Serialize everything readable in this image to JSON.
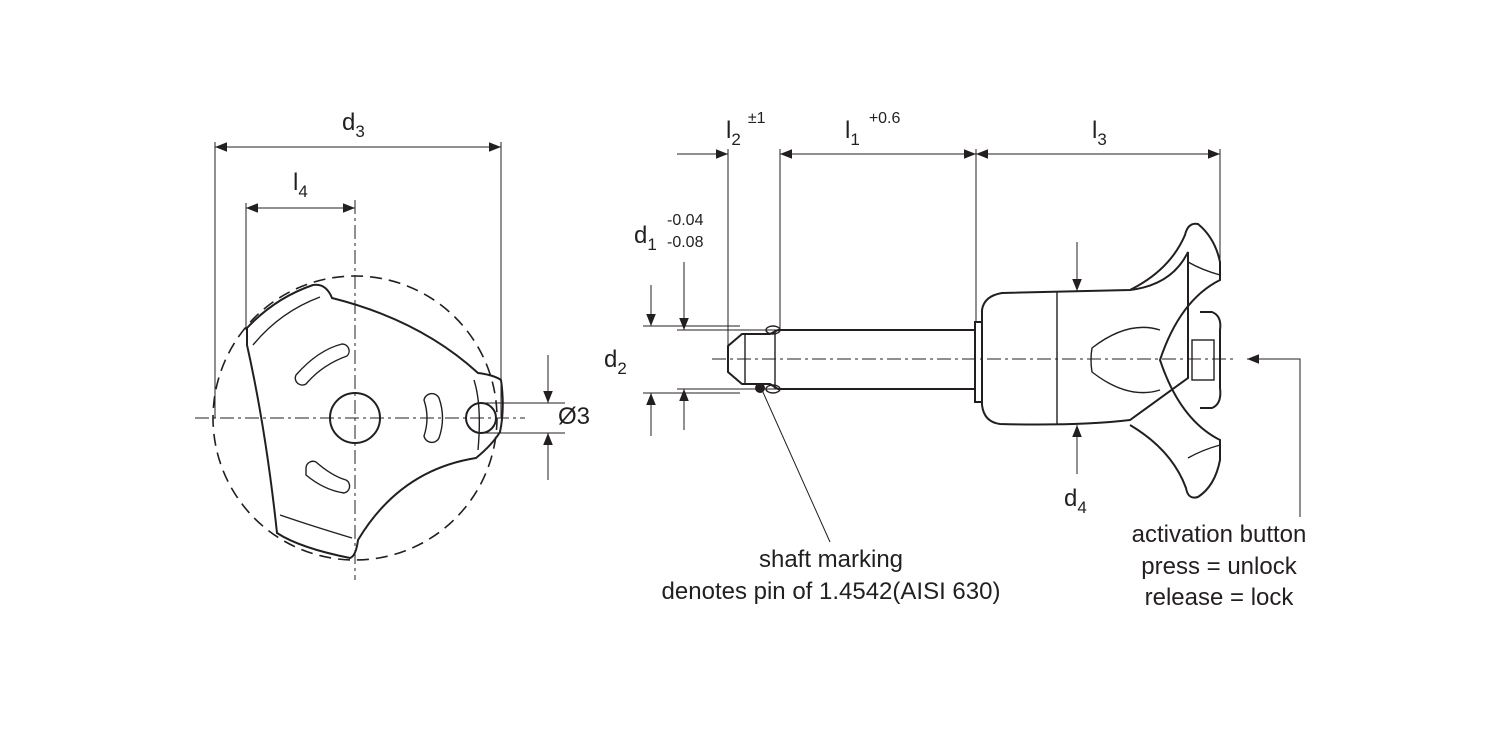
{
  "left_view": {
    "dim_d3": {
      "main": "d",
      "sub": "3"
    },
    "dim_l4": {
      "main": "l",
      "sub": "4"
    },
    "dim_hole": "Ø3"
  },
  "side_view": {
    "dim_l2": {
      "main": "l",
      "sub": "2",
      "tol": "±1"
    },
    "dim_l1": {
      "main": "l",
      "sub": "1",
      "tol": "+0.6"
    },
    "dim_l3": {
      "main": "l",
      "sub": "3"
    },
    "dim_d1": {
      "main": "d",
      "sub": "1",
      "tol_upper": "-0.04",
      "tol_lower": "-0.08"
    },
    "dim_d2": {
      "main": "d",
      "sub": "2"
    },
    "dim_d4": {
      "main": "d",
      "sub": "4"
    }
  },
  "notes": {
    "shaft_marking": [
      "shaft marking",
      "denotes pin of 1.4542(AISI 630)"
    ],
    "activation_button": [
      "activation button",
      "press = unlock",
      "release = lock"
    ]
  },
  "colors": {
    "line": "#231f20",
    "background": "#ffffff"
  }
}
